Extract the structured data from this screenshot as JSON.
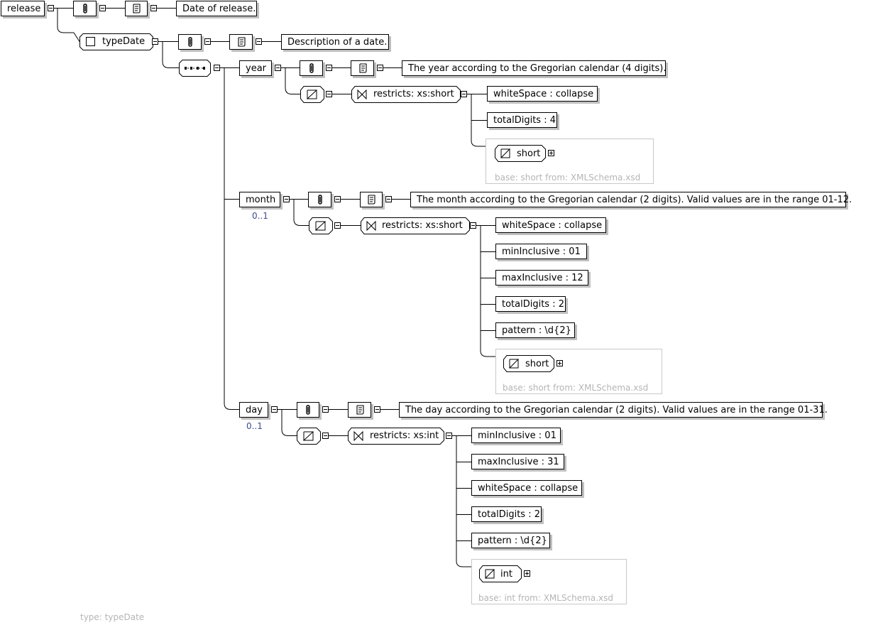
{
  "root": {
    "element": "release",
    "documentation": "Date of release."
  },
  "type": {
    "name": "typeDate",
    "documentation": "Description of a date.",
    "footer": "type: typeDate"
  },
  "year": {
    "name": "year",
    "documentation": "The year according to the Gregorian calendar (4 digits).",
    "restriction": "restricts: xs:short",
    "facets": [
      "whiteSpace : collapse",
      "totalDigits : 4"
    ],
    "base_name": "short",
    "base_info": "base: short from: XMLSchema.xsd"
  },
  "month": {
    "name": "month",
    "occurrence": "0..1",
    "documentation": "The month according to the Gregorian calendar (2 digits). Valid values are in the range 01-12.",
    "restriction": "restricts: xs:short",
    "facets": [
      "whiteSpace : collapse",
      "minInclusive : 01",
      "maxInclusive : 12",
      "totalDigits : 2",
      "pattern : \\d{2}"
    ],
    "base_name": "short",
    "base_info": "base: short from: XMLSchema.xsd"
  },
  "day": {
    "name": "day",
    "occurrence": "0..1",
    "documentation": "The day according to the Gregorian calendar (2 digits). Valid values are in the range 01-31.",
    "restriction": "restricts: xs:int",
    "facets": [
      "minInclusive : 01",
      "maxInclusive : 31",
      "whiteSpace : collapse",
      "totalDigits : 2",
      "pattern : \\d{2}"
    ],
    "base_name": "int",
    "base_info": "base: int from: XMLSchema.xsd"
  },
  "icons": [
    "annotation-icon",
    "documentation-icon",
    "sequence-icon",
    "simple-type-icon",
    "restriction-icon",
    "complex-type-icon"
  ]
}
